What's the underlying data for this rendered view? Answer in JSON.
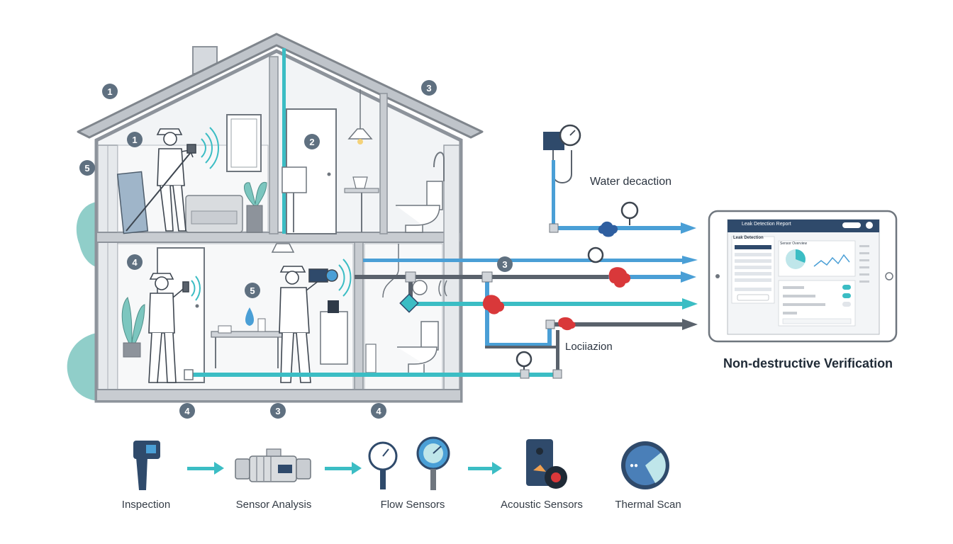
{
  "colors": {
    "pipe_blue": "#4a9fd6",
    "pipe_teal": "#3bbdc4",
    "pipe_gray": "#5a626c",
    "leak_red": "#d9383a",
    "wall": "#8d939b",
    "badge": "#5f7080"
  },
  "badges": {
    "roof_left": "1",
    "roof_right": "3",
    "upstairs_worker": "1",
    "upstairs_room": "2",
    "left_wall": "5",
    "down_left": "4",
    "down_middle": "5",
    "pipe_badge": "3",
    "bottom_left": "4",
    "bottom_middle": "3",
    "bottom_right": "4"
  },
  "labels": {
    "water_detection": "Water decaction",
    "localization": "Lociiazion",
    "verification": "Non-destructive Verification"
  },
  "tablet": {
    "header_title": "Leak Detection Report",
    "sidebar_title": "Leak Detection",
    "panel_title": "Sensor Overview"
  },
  "process_flow": [
    {
      "label": "Inspection",
      "icon": "thermal-gun-icon"
    },
    {
      "label": "Sensor Analysis",
      "icon": "sensor-module-icon"
    },
    {
      "label": "Flow Sensors",
      "icon": "pressure-gauge-icon"
    },
    {
      "label": "Acoustic Sensors",
      "icon": "acoustic-sensor-icon"
    },
    {
      "label": "Thermal Scan",
      "icon": "thermal-scan-icon"
    }
  ]
}
